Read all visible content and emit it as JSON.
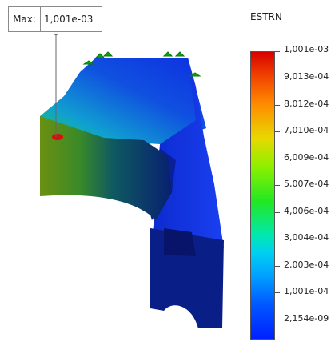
{
  "probe": {
    "label": "Max:",
    "value": "1,001e-03"
  },
  "legend": {
    "title": "ESTRN",
    "ticks": [
      "1,001e-03",
      "9,013e-04",
      "8,012e-04",
      "7,010e-04",
      "6,009e-04",
      "5,007e-04",
      "4,006e-04",
      "3,004e-04",
      "2,003e-04",
      "1,001e-04",
      "2,154e-09"
    ],
    "max_color": "#d80000",
    "min_color": "#0020ff"
  }
}
